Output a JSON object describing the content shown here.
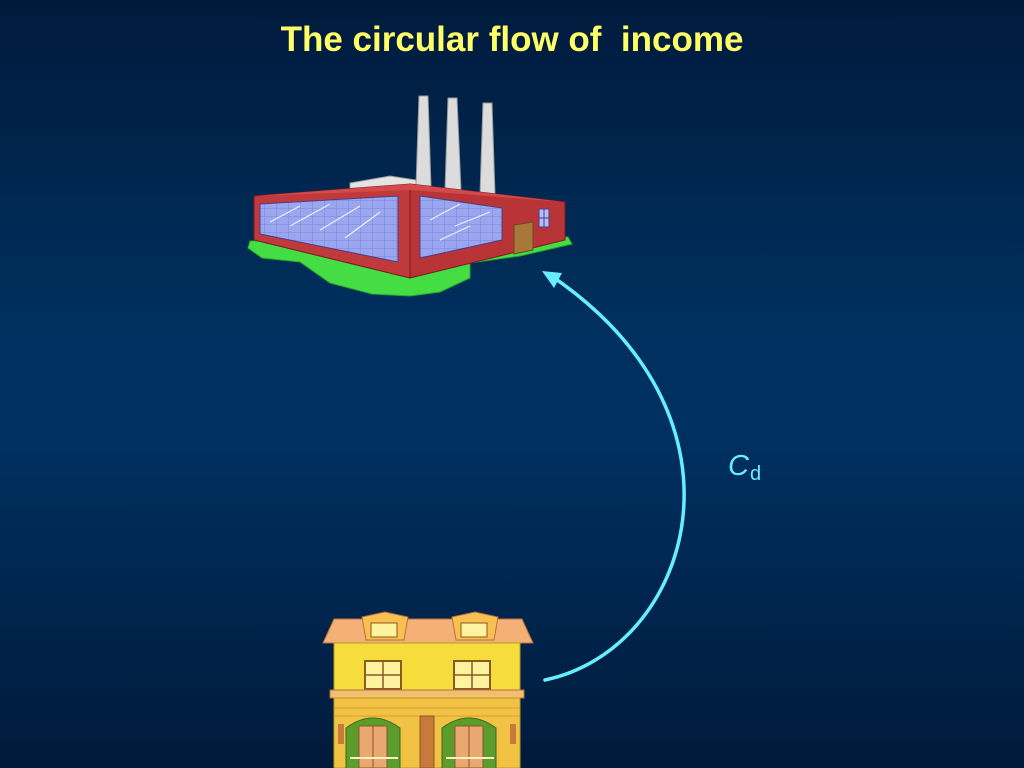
{
  "slide": {
    "title": "The circular flow of  income"
  },
  "flow": {
    "label_main": "C",
    "label_sub": "d"
  },
  "icons": {
    "firm": "factory-icon",
    "household": "house-icon"
  },
  "colors": {
    "title": "#ffff66",
    "arrow": "#66eeff"
  }
}
